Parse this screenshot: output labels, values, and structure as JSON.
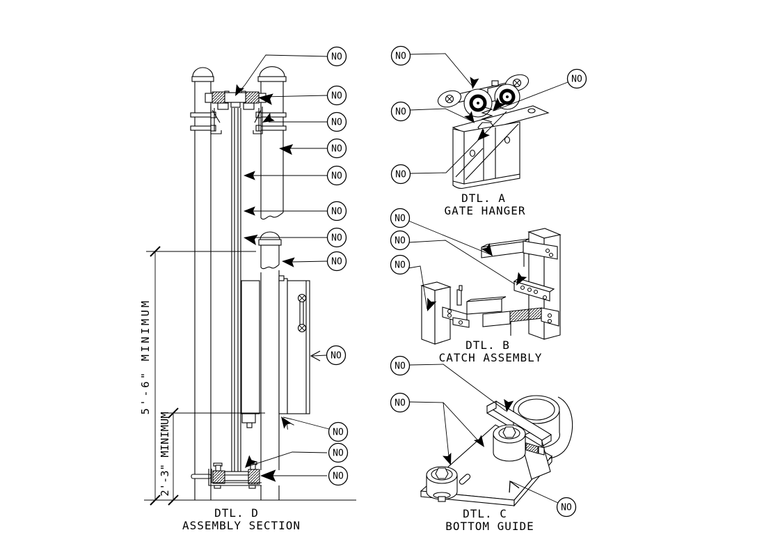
{
  "sheet": {
    "type": "cad-detail-sheet",
    "background": "#ffffff",
    "line_color": "#000000"
  },
  "callout_label": "NO",
  "details": {
    "d": {
      "title": "DTL. D",
      "subtitle": "ASSEMBLY SECTION"
    },
    "a": {
      "title": "DTL. A",
      "subtitle": "GATE HANGER"
    },
    "b": {
      "title": "DTL. B",
      "subtitle": "CATCH ASSEMBLY"
    },
    "c": {
      "title": "DTL. C",
      "subtitle": "BOTTOM GUIDE"
    }
  },
  "dimensions": {
    "gate_height_min": "5'-6\" MINIMUM",
    "bottom_clearance_min": "2'-3\" MINIMUM"
  }
}
